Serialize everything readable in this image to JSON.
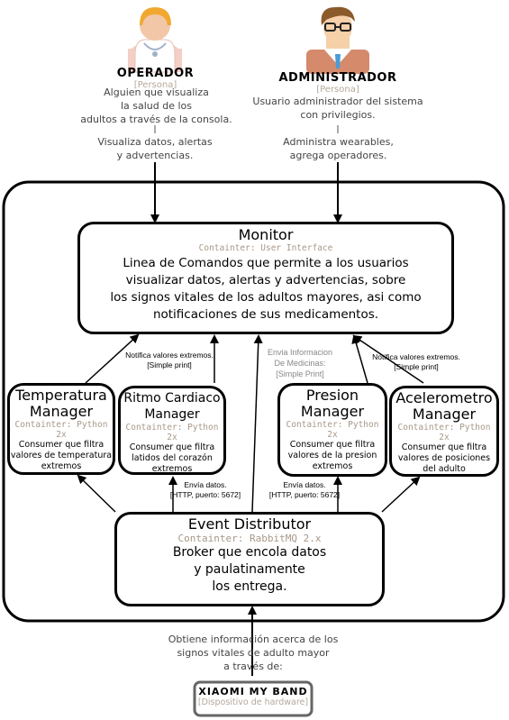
{
  "operador": {
    "name": "OPERADOR",
    "type": "[Persona]",
    "desc": [
      "Alguien que visualiza",
      "la salud de los",
      "adultos a través de la consola."
    ],
    "edge": [
      "Visualiza datos, alertas",
      "y advertencias."
    ]
  },
  "administrador": {
    "name": "ADMINISTRADOR",
    "type": "[Persona]",
    "desc": [
      "Usuario administrador del sistema",
      "con privilegios."
    ],
    "edge": [
      "Administra wearables,",
      "agrega operadores."
    ]
  },
  "monitor": {
    "title": "Monitor",
    "type": "Containter: User Interface",
    "desc": [
      "Linea de Comandos que permite a los usuarios",
      "visualizar datos, alertas y advertencias, sobre",
      "los signos vitales de los adultos mayores, asi como",
      "notificaciones de sus medicamentos."
    ]
  },
  "temperatura": {
    "title": [
      "Temperatura",
      "Manager"
    ],
    "type": "Containter: Python 2x",
    "desc": [
      "Consumer que filtra",
      "valores de temperatura",
      "extremos"
    ]
  },
  "ritmo": {
    "title": [
      "Ritmo Cardiaco",
      "Manager"
    ],
    "type": "Containter: Python 2x",
    "desc": [
      "Consumer que filtra",
      "latidos del corazón",
      "extremos"
    ]
  },
  "presion": {
    "title": [
      "Presion",
      "Manager"
    ],
    "type": "Containter: Python 2x",
    "desc": [
      "Consumer que filtra",
      "valores de la presion",
      "extremos"
    ]
  },
  "acelerometro": {
    "title": [
      "Acelerometro",
      "Manager"
    ],
    "type": "Containter: Python 2x",
    "desc": [
      "Consumer que filtra",
      "valores de posiciones",
      "del adulto"
    ]
  },
  "event": {
    "title": "Event Distributor",
    "type": "Containter: RabbitMQ 2.x",
    "desc": [
      "Broker que encola datos",
      "y paulatinamente",
      "los entrega."
    ]
  },
  "labels": {
    "notifica_left": [
      "Notifica valores extremos.",
      "[Simple print]"
    ],
    "notifica_right": [
      "Notifica valores extremos.",
      "[Simple print]"
    ],
    "medicinas": [
      "Envia Informacion",
      "De Medicinas:",
      "[Simple Print]"
    ],
    "envia_left": [
      "Envía datos.",
      "[HTTP, puerto: 5672]"
    ],
    "envia_right": [
      "Envía datos.",
      "[HTTP, puerto: 5672]"
    ],
    "obtiene": [
      "Obtiene información acerca de los",
      "signos vitales de adulto mayor",
      "a través de:"
    ]
  },
  "band": {
    "name": "XIAOMI MY BAND",
    "type": "[Dispositivo de hardware]"
  },
  "colors": {
    "line": "#000000",
    "type_text": "#a89888",
    "desc_grey": "#444444"
  },
  "icons": [
    "doctor-avatar-icon",
    "admin-avatar-icon"
  ]
}
